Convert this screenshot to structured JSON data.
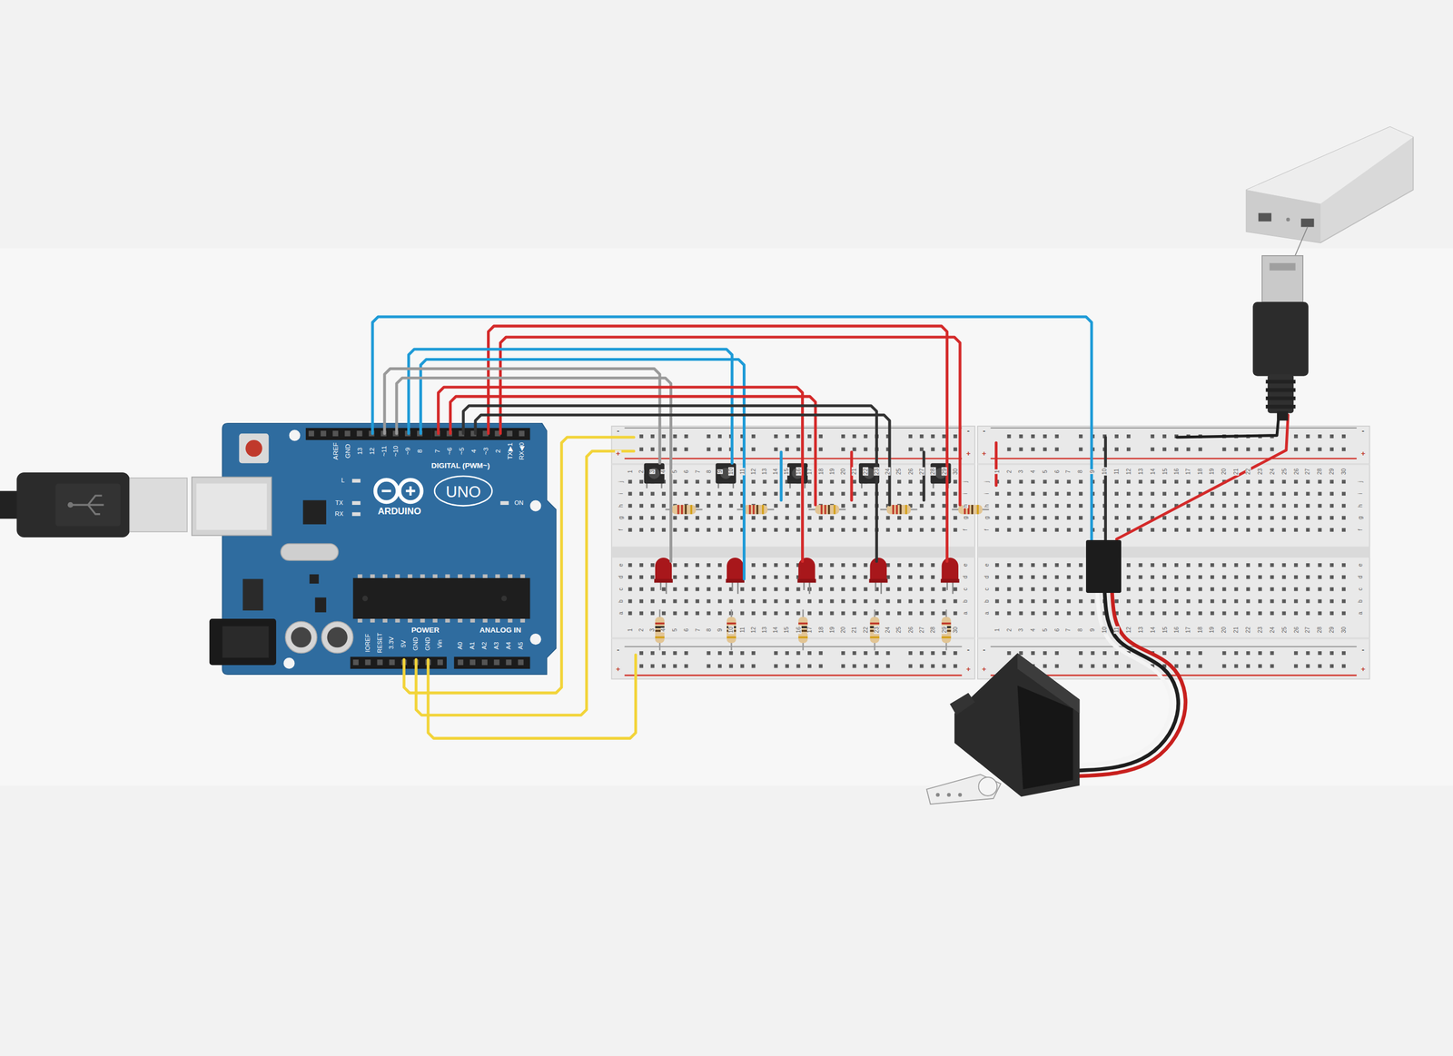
{
  "diagram": {
    "labels": [
      "AREF",
      "GND",
      "13",
      "12",
      "~11",
      "~10",
      "~9",
      "8",
      "7",
      "~6",
      "~5",
      "4",
      "~3",
      "2",
      "TX▶1",
      "RX◀0",
      "DIGITAL (PWM~)",
      "L",
      "TX",
      "RX",
      "ON",
      "ARDUINO",
      "UNO",
      "IOREF",
      "RESET",
      "3.3V",
      "5V",
      "GND",
      "GND",
      "Vin",
      "POWER",
      "A0",
      "A1",
      "A2",
      "A3",
      "A4",
      "A5",
      "ANALOG IN",
      "1",
      "2",
      "3",
      "4",
      "5",
      "6",
      "7",
      "8",
      "9",
      "10",
      "11",
      "12",
      "13",
      "14",
      "15",
      "16",
      "17",
      "18",
      "19",
      "20",
      "21",
      "22",
      "23",
      "24",
      "25",
      "26",
      "27",
      "28",
      "29",
      "30",
      "1",
      "2",
      "3",
      "4",
      "5",
      "6",
      "7",
      "8",
      "9",
      "10",
      "11",
      "12",
      "13",
      "14",
      "15",
      "16",
      "17",
      "18",
      "19",
      "20",
      "21",
      "22",
      "23",
      "24",
      "25",
      "26",
      "27",
      "28",
      "29",
      "30",
      "j",
      "i",
      "h",
      "g",
      "f",
      "e",
      "d",
      "c",
      "b",
      "a",
      "j",
      "i",
      "h",
      "g",
      "f",
      "e",
      "d",
      "c",
      "b",
      "a",
      "-",
      "+",
      "-",
      "+",
      "-",
      "+",
      "-",
      "+",
      "1",
      "2",
      "3",
      "4",
      "5",
      "6",
      "7",
      "8",
      "9",
      "10",
      "11",
      "12",
      "13",
      "14",
      "15",
      "16",
      "17",
      "18",
      "19",
      "20",
      "21",
      "22",
      "23",
      "24",
      "25",
      "26",
      "27",
      "28",
      "29",
      "30",
      "1",
      "2",
      "3",
      "4",
      "5",
      "6",
      "7",
      "8",
      "9",
      "10",
      "11",
      "12",
      "13",
      "14",
      "15",
      "16",
      "17",
      "18",
      "19",
      "20",
      "21",
      "22",
      "23",
      "24",
      "25",
      "26",
      "27",
      "28",
      "29",
      "30",
      "j",
      "i",
      "h",
      "g",
      "f",
      "e",
      "d",
      "c",
      "b",
      "a",
      "j",
      "i",
      "h",
      "g",
      "f",
      "e",
      "d",
      "c",
      "b",
      "a",
      "-",
      "+",
      "-",
      "+",
      "-",
      "+",
      "-",
      "+"
    ]
  }
}
